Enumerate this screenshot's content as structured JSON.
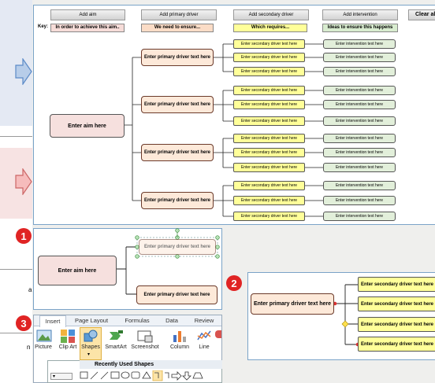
{
  "header": {
    "add_aim": "Add aim",
    "add_primary": "Add primary driver",
    "add_secondary": "Add secondary driver",
    "add_intervention": "Add intervention",
    "clear_all": "Clear all"
  },
  "key": {
    "label": "Key:",
    "aim": "In order to achieve this aim..",
    "primary": "We need to ensure...",
    "secondary": "Which requires...",
    "intervention": "Ideas to ensure this happens"
  },
  "diagram": {
    "aim": "Enter aim here",
    "primary": "Enter primary driver text here",
    "secondary": "Enter secondary driver text here",
    "intervention": "Enter intervention text here"
  },
  "callouts": {
    "one": "1",
    "two": "2",
    "three": "3"
  },
  "ribbon": {
    "tabs": [
      "Insert",
      "Page Layout",
      "Formulas",
      "Data",
      "Review"
    ],
    "buttons": [
      "Picture",
      "Clip Art",
      "Shapes",
      "SmartArt",
      "Screenshot",
      "Column",
      "Line"
    ],
    "recent_shapes": "Recently Used Shapes"
  },
  "colors": {
    "aim": "#f6e0de",
    "primary": "#fde9d9",
    "secondary": "#ffff99",
    "intervention": "#e2efda",
    "badge": "#e02424"
  }
}
